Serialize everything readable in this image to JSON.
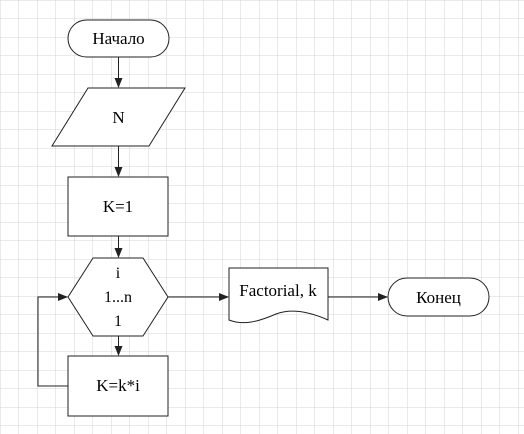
{
  "diagram": {
    "nodes": {
      "start": {
        "label": "Начало"
      },
      "input": {
        "label": "N"
      },
      "init": {
        "label": "K=1"
      },
      "loop": {
        "var": "i",
        "range": "1...n",
        "step": "1"
      },
      "body": {
        "label": "K=k*i"
      },
      "output": {
        "label": "Factorial, k"
      },
      "end": {
        "label": "Конец"
      }
    },
    "colors": {
      "grid": "#d4d4d4",
      "stroke": "#222222",
      "fill": "#ffffff"
    }
  }
}
